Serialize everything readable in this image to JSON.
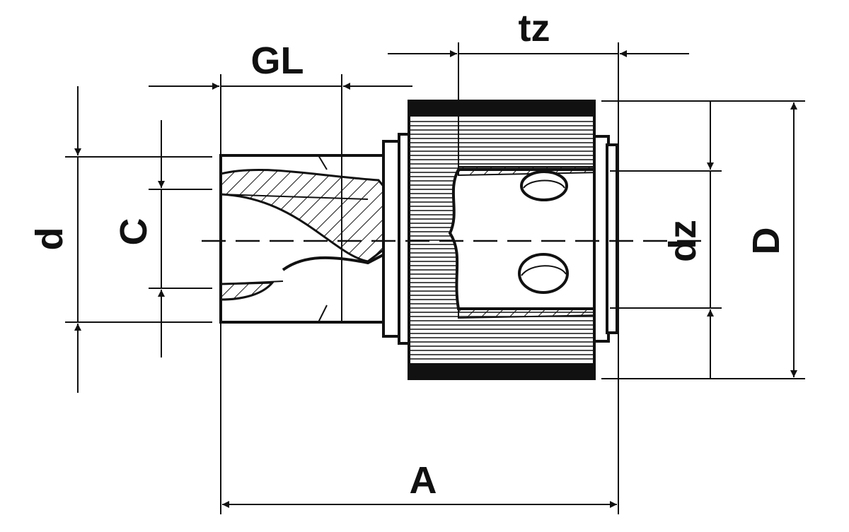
{
  "dimension_labels": {
    "tz": "tz",
    "gl": "GL",
    "d": "d",
    "c": "C",
    "dz": "dz",
    "D": "D",
    "a": "A"
  },
  "colors": {
    "line": "#111111",
    "background": "#ffffff"
  }
}
